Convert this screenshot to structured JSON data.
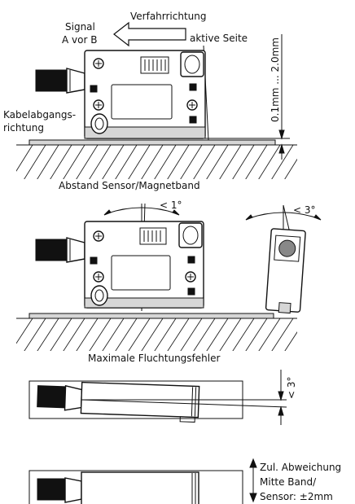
{
  "labels": {
    "direction": "Verfahrrichtung",
    "signal_line1": "Signal",
    "signal_line2": "A vor B",
    "active_side": "aktive Seite",
    "gap_dimension": "0.1mm ... 2.0mm",
    "cable_line1": "Kabelabgangs-",
    "cable_line2": "richtung",
    "caption_distance": "Abstand Sensor/Magnetband",
    "angle_pitch": "< 1°",
    "angle_roll": "< 3°",
    "caption_alignment": "Maximale Fluchtungsfehler",
    "angle_yaw": "< 3°",
    "deviation_line1": "Zul. Abweichung",
    "deviation_line2": "Mitte Band/",
    "deviation_line3": "Sensor: ±2mm"
  }
}
